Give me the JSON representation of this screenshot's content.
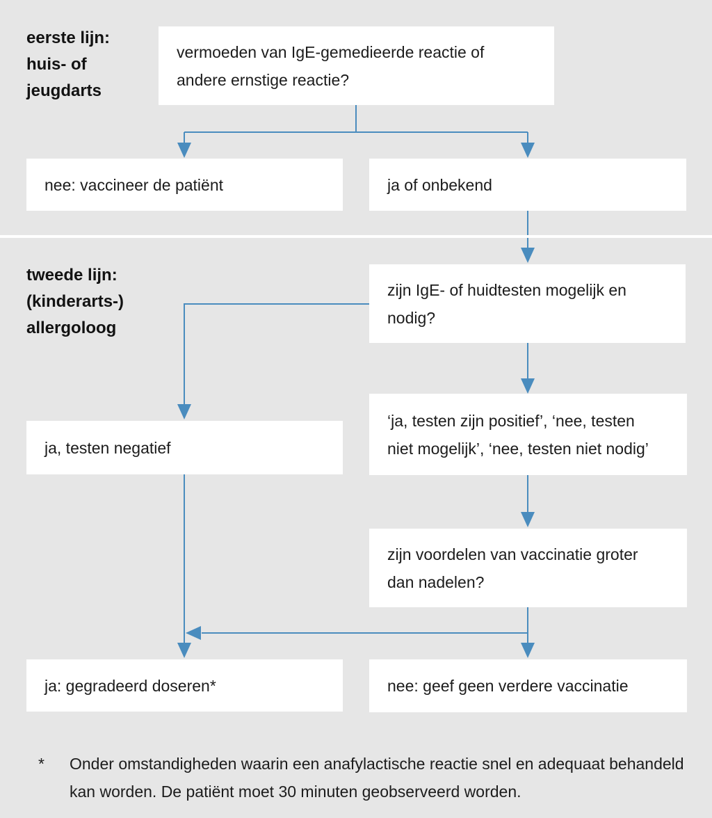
{
  "colors": {
    "background": "#e6e6e6",
    "box_fill": "#ffffff",
    "arrow_blue": "#4a8cbe",
    "text": "#1c1c1c",
    "divider": "#ffffff"
  },
  "sections": {
    "first": {
      "label_lines": [
        "eerste lijn:",
        "huis- of",
        "jeugdarts"
      ]
    },
    "second": {
      "label_lines": [
        "tweede lijn:",
        "(kinderarts-)",
        "allergoloog"
      ]
    }
  },
  "boxes": {
    "suspicion": {
      "lines": [
        "vermoeden van IgE-gemedieerde reactie of",
        "andere ernstige reactie?"
      ]
    },
    "no_vaccinate": {
      "lines": [
        "nee: vaccineer de patiënt"
      ]
    },
    "yes_unknown": {
      "lines": [
        "ja of onbekend"
      ]
    },
    "tests_possible": {
      "lines": [
        "zijn IgE- of huidtesten mogelijk en",
        "nodig?"
      ]
    },
    "tests_negative": {
      "lines": [
        "ja, testen negatief"
      ]
    },
    "tests_positive_or_no_test": {
      "lines": [
        "‘ja, testen zijn positief’, ‘nee, testen",
        "niet mogelijk’, ‘nee, testen niet nodig’"
      ]
    },
    "benefits_vs_harms": {
      "lines": [
        "zijn voordelen van vaccinatie groter",
        "dan nadelen?"
      ]
    },
    "graded_dosing": {
      "lines": [
        "ja: gegradeerd doseren*"
      ]
    },
    "no_further_vaccination": {
      "lines": [
        "nee: geef geen verdere vaccinatie"
      ]
    }
  },
  "footnote": {
    "marker": "*",
    "lines": [
      "Onder omstandigheden waarin een anafylactische reactie snel en adequaat behandeld",
      "kan worden. De patiënt moet 30 minuten geobserveerd worden."
    ]
  }
}
